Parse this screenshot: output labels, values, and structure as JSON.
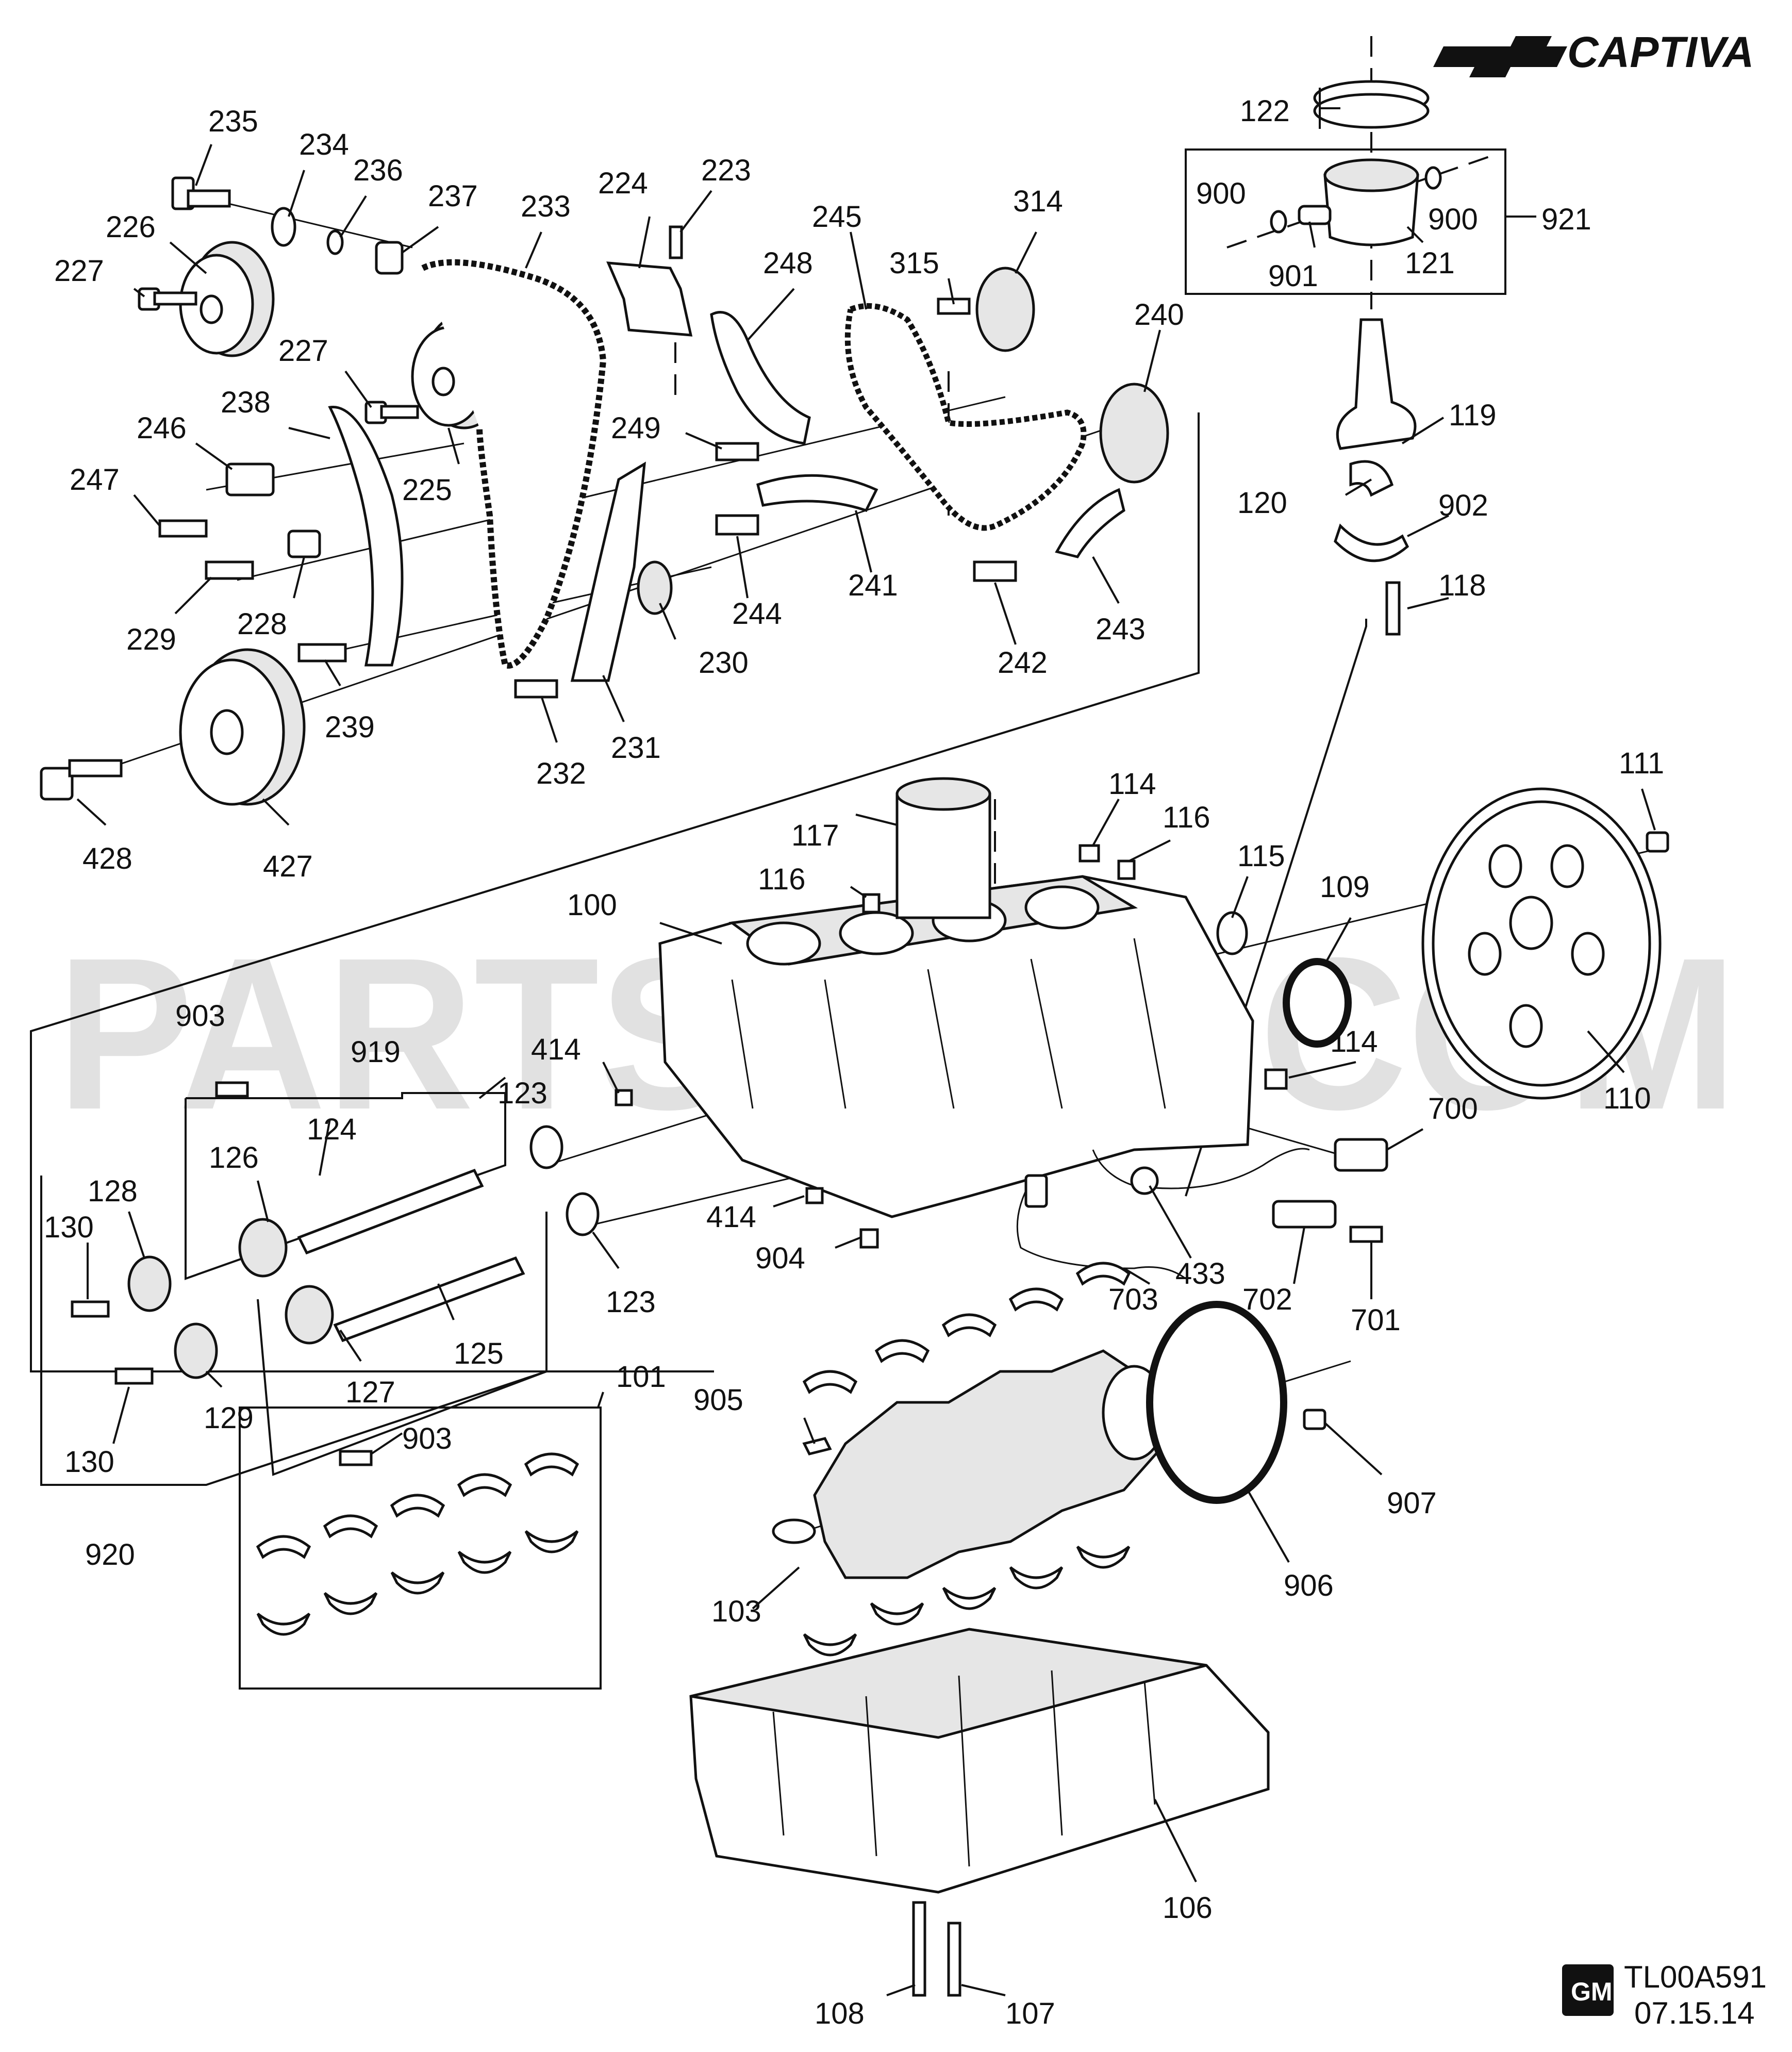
{
  "brand": {
    "model": "CAPTIVA",
    "logo_icon": "chevrolet-bowtie-icon"
  },
  "watermark": "PARTSOUQ.COM",
  "footer": {
    "gm_badge": "GM",
    "code": "TL00A591",
    "date": "07.15.14"
  },
  "callouts": [
    "100",
    "101",
    "103",
    "106",
    "107",
    "108",
    "109",
    "110",
    "111",
    "114",
    "114",
    "115",
    "116",
    "116",
    "117",
    "118",
    "119",
    "120",
    "121",
    "122",
    "123",
    "123",
    "124",
    "125",
    "126",
    "127",
    "128",
    "129",
    "130",
    "130",
    "223",
    "224",
    "225",
    "226",
    "227",
    "227",
    "228",
    "229",
    "230",
    "231",
    "232",
    "233",
    "234",
    "235",
    "236",
    "237",
    "238",
    "239",
    "240",
    "241",
    "242",
    "243",
    "244",
    "245",
    "246",
    "247",
    "248",
    "249",
    "314",
    "315",
    "414",
    "414",
    "427",
    "428",
    "433",
    "700",
    "701",
    "702",
    "703",
    "900",
    "900",
    "901",
    "902",
    "903",
    "903",
    "904",
    "905",
    "906",
    "907",
    "919",
    "920",
    "921"
  ]
}
